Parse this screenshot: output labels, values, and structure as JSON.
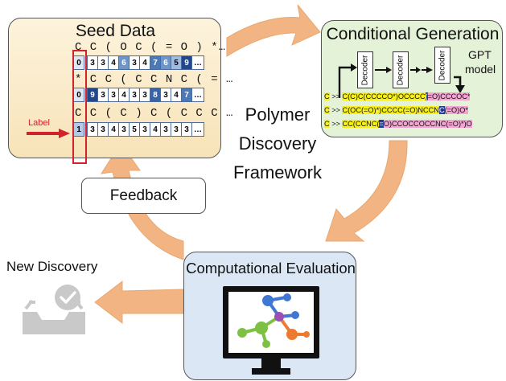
{
  "center": {
    "line1": "Polymer",
    "line2": "Discovery",
    "line3": "Framework"
  },
  "seed": {
    "title": "Seed Data",
    "label_tag": "Label",
    "rows": [
      {
        "smiles": "C C ( O C ( = O ) *…",
        "label": "0",
        "tokens": [
          "3",
          "3",
          "4",
          "6",
          "3",
          "4",
          "7",
          "6",
          "5",
          "9"
        ],
        "ellipsis": "…"
      },
      {
        "smiles": "* C C ( C C N C ( = …",
        "label": "0",
        "tokens": [
          "9",
          "3",
          "3",
          "4",
          "3",
          "3",
          "8",
          "3",
          "4",
          "7"
        ],
        "ellipsis": "…"
      },
      {
        "smiles": "C C ( C ) C ( C C C …",
        "label": "1",
        "tokens": [
          "3",
          "3",
          "4",
          "3",
          "5",
          "3",
          "4",
          "3",
          "3",
          "3"
        ],
        "ellipsis": "…"
      }
    ]
  },
  "generation": {
    "title": "Conditional Generation",
    "decoder_label": "Decoder",
    "model_line1": "GPT",
    "model_line2": "model",
    "outputs": [
      {
        "prefix": "C",
        "arrow": " >> ",
        "body": "C(C)C(CCCCO*)OCCCC",
        "mark": "(",
        "tail": "=O)CCCOC*"
      },
      {
        "prefix": "C",
        "arrow": " >> ",
        "body": "C(OC(=O)*)CCCC(=O)NCCN",
        "mark": "C",
        "tail": "(=O)O*"
      },
      {
        "prefix": "C",
        "arrow": " >> ",
        "body": "CC(CCNC(",
        "mark": "=",
        "tail": "O)CCOCCOCCNC(=O)*)O"
      }
    ]
  },
  "feedback": {
    "label": "Feedback"
  },
  "evaluation": {
    "title": "Computational Evaluation"
  },
  "discovery": {
    "label": "New Discovery"
  },
  "colors": {
    "arrow": "#f2b482",
    "seed_bg": "#fbebc8",
    "gen_bg": "#e4f2d7",
    "eval_bg": "#dbe7f4",
    "label_box": "#d2232a",
    "highlight_yellow": "#f7f01a",
    "highlight_pink": "#f4a3d3"
  }
}
